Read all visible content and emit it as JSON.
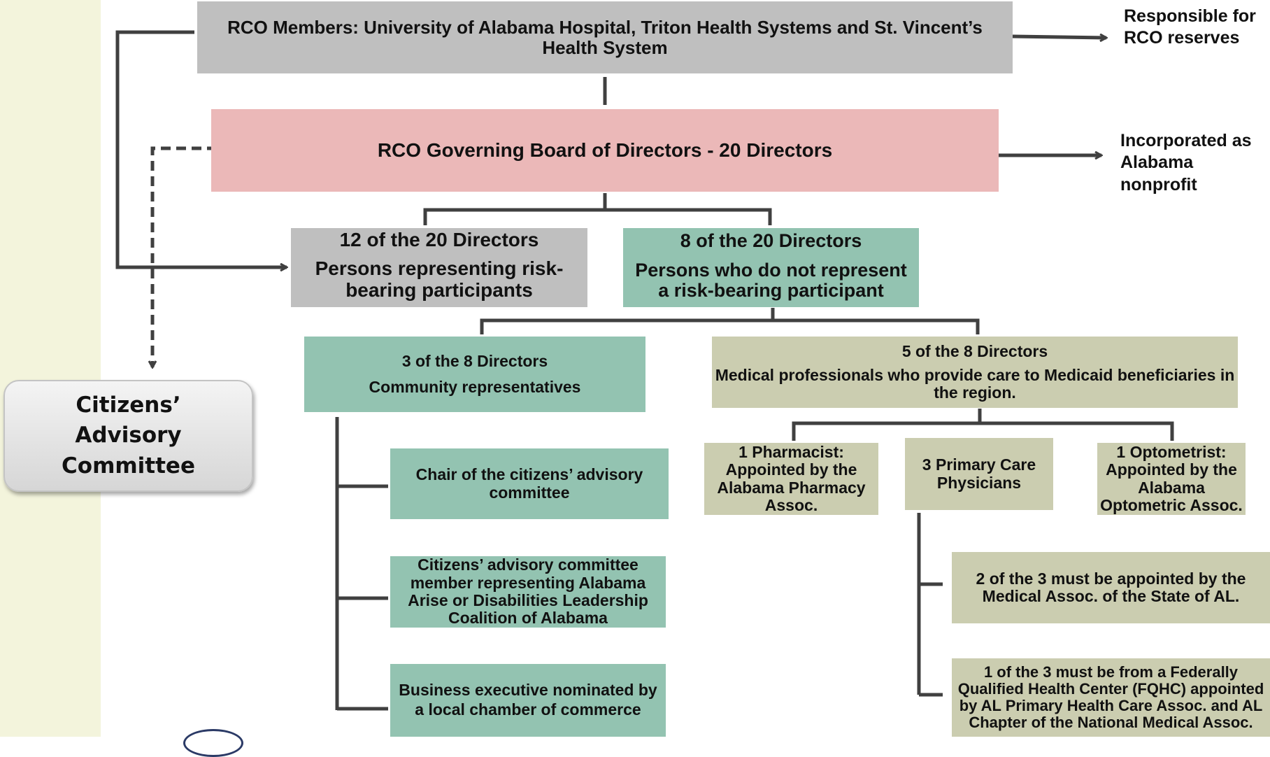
{
  "top_box": "RCO Members: University of Alabama Hospital, Triton Health Systems and St. Vincent’s Health System",
  "note_reserves": "Responsible for RCO reserves",
  "board_box": "RCO Governing Board of Directors - 20 Directors",
  "note_incorporated": "Incorporated as Alabama nonprofit",
  "risk_box": {
    "title": "12 of the 20 Directors",
    "desc": "Persons representing risk-bearing participants"
  },
  "nonrisk_box": {
    "title": "8 of the 20 Directors",
    "desc": "Persons who do not represent a risk-bearing participant"
  },
  "community_box": {
    "title": "3 of the 8 Directors",
    "desc": "Community representatives"
  },
  "medical_box": {
    "title": "5 of the 8 Directors",
    "desc": "Medical professionals who provide care to Medicaid beneficiaries in the region."
  },
  "advisory_box": "Citizens’ Advisory Committee",
  "chair_box": "Chair of the citizens’ advisory committee",
  "arise_box": "Citizens’ advisory committee member representing Alabama Arise or Disabilities Leadership Coalition  of Alabama",
  "business_box": "Business executive nominated by a local chamber of commerce",
  "pharmacist_box": "1 Pharmacist: Appointed by the Alabama Pharmacy Assoc.",
  "primary_box": "3 Primary Care Physicians",
  "optometrist_box": "1 Optometrist: Appointed by the Alabama Optometric Assoc.",
  "masa_box": "2 of the 3 must be appointed by the Medical Assoc. of the State of AL.",
  "fqhc_box": "1 of the 3 must be from a Federally Qualified Health Center (FQHC) appointed by AL Primary Health Care Assoc. and AL Chapter of the National Medical Assoc.",
  "colors": {
    "gray": "#bfbfbf",
    "pink": "#ebb8b8",
    "teal": "#93c3b1",
    "olive": "#cbcdb0",
    "left_strip": "#f3f4dc",
    "connector": "#404040"
  }
}
